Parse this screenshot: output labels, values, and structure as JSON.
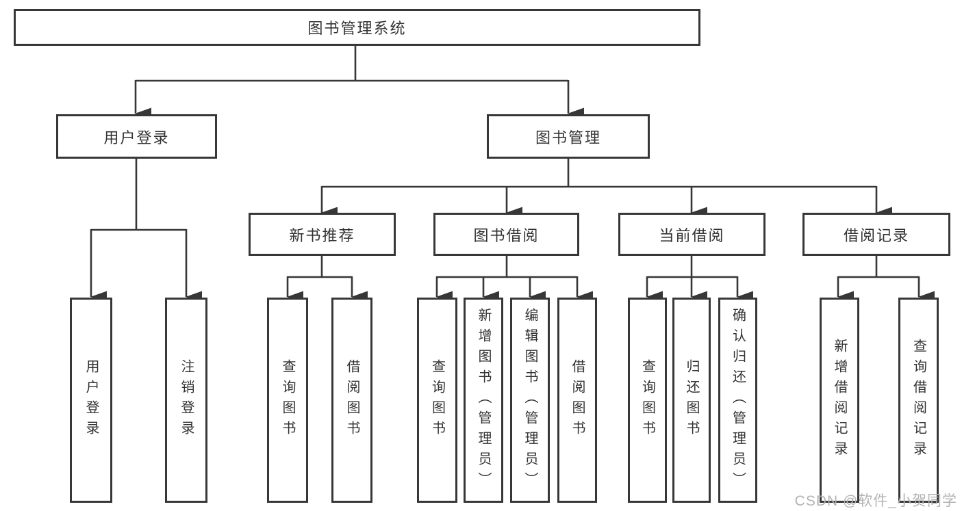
{
  "colors": {
    "stroke": "#373737",
    "text": "#333333",
    "watermark-color": "#b3b3b3",
    "bg": "#ffffff"
  },
  "watermark": {
    "text": "CSDN @软件_小贺同学"
  },
  "diagram": {
    "root": {
      "label": "图书管理系统"
    },
    "branches": [
      {
        "label": "用户登录",
        "children": [
          {
            "label": "用户登录"
          },
          {
            "label": "注销登录"
          }
        ]
      },
      {
        "label": "图书管理",
        "children": [
          {
            "label": "新书推荐",
            "children": [
              {
                "label": "查询图书"
              },
              {
                "label": "借阅图书"
              }
            ]
          },
          {
            "label": "图书借阅",
            "children": [
              {
                "label": "查询图书"
              },
              {
                "label": "新增图书（管理员）"
              },
              {
                "label": "编辑图书（管理员）"
              },
              {
                "label": "借阅图书"
              }
            ]
          },
          {
            "label": "当前借阅",
            "children": [
              {
                "label": "查询图书"
              },
              {
                "label": "归还图书"
              },
              {
                "label": "确认归还（管理员）"
              }
            ]
          },
          {
            "label": "借阅记录",
            "children": [
              {
                "label": "新增借阅记录"
              },
              {
                "label": "查询借阅记录"
              }
            ]
          }
        ]
      }
    ]
  }
}
